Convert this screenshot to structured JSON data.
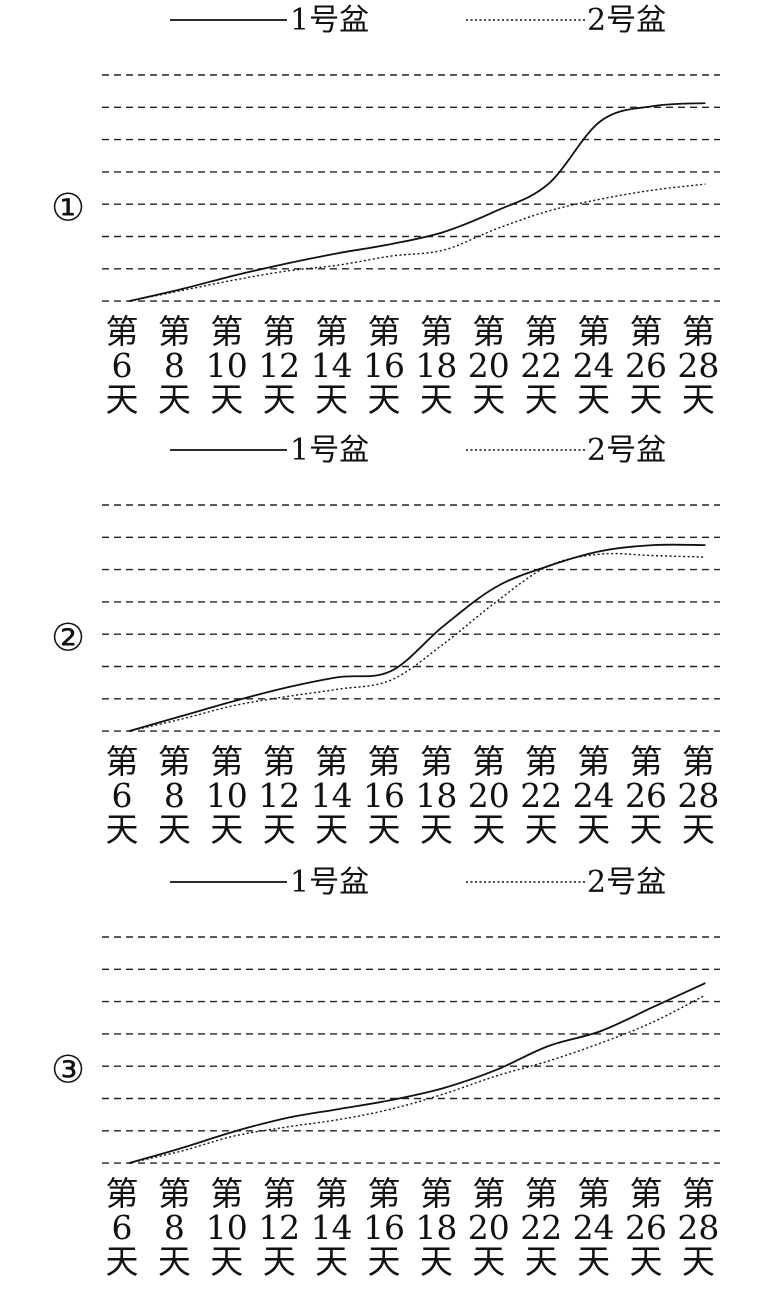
{
  "legend": {
    "series1_label": "1号盆",
    "series2_label": "2号盆"
  },
  "chart_data": [
    {
      "type": "line",
      "panel_label": "①",
      "x": [
        6,
        8,
        10,
        12,
        14,
        16,
        18,
        20,
        22,
        24,
        26,
        28
      ],
      "x_tick_labels": [
        [
          "第",
          "6",
          "天"
        ],
        [
          "第",
          "8",
          "天"
        ],
        [
          "第",
          "10",
          "天"
        ],
        [
          "第",
          "12",
          "天"
        ],
        [
          "第",
          "14",
          "天"
        ],
        [
          "第",
          "16",
          "天"
        ],
        [
          "第",
          "18",
          "天"
        ],
        [
          "第",
          "20",
          "天"
        ],
        [
          "第",
          "22",
          "天"
        ],
        [
          "第",
          "24",
          "天"
        ],
        [
          "第",
          "26",
          "天"
        ],
        [
          "第",
          "28",
          "天"
        ]
      ],
      "ylim": [
        0,
        7
      ],
      "grid": true,
      "legend_position": "top",
      "series": [
        {
          "name": "1号盆",
          "style": "solid",
          "values": [
            0,
            0.4,
            0.85,
            1.25,
            1.6,
            1.9,
            2.3,
            3.0,
            3.9,
            6.0,
            6.5,
            6.6
          ]
        },
        {
          "name": "2号盆",
          "style": "dotted",
          "values": [
            0,
            0.35,
            0.7,
            1.0,
            1.2,
            1.5,
            1.7,
            2.4,
            3.0,
            3.4,
            3.7,
            3.9
          ]
        }
      ]
    },
    {
      "type": "line",
      "panel_label": "②",
      "x": [
        6,
        8,
        10,
        12,
        14,
        16,
        18,
        20,
        22,
        24,
        26,
        28
      ],
      "x_tick_labels": [
        [
          "第",
          "6",
          "天"
        ],
        [
          "第",
          "8",
          "天"
        ],
        [
          "第",
          "10",
          "天"
        ],
        [
          "第",
          "12",
          "天"
        ],
        [
          "第",
          "14",
          "天"
        ],
        [
          "第",
          "16",
          "天"
        ],
        [
          "第",
          "18",
          "天"
        ],
        [
          "第",
          "20",
          "天"
        ],
        [
          "第",
          "22",
          "天"
        ],
        [
          "第",
          "24",
          "天"
        ],
        [
          "第",
          "26",
          "天"
        ],
        [
          "第",
          "28",
          "天"
        ]
      ],
      "ylim": [
        0,
        7
      ],
      "grid": true,
      "legend_position": "top",
      "series": [
        {
          "name": "1号盆",
          "style": "solid",
          "values": [
            0,
            0.5,
            1.0,
            1.45,
            1.8,
            2.0,
            3.5,
            4.8,
            5.5,
            6.0,
            6.2,
            6.2
          ]
        },
        {
          "name": "2号盆",
          "style": "dotted",
          "values": [
            0,
            0.4,
            0.85,
            1.15,
            1.4,
            1.7,
            2.9,
            4.3,
            5.5,
            5.9,
            5.85,
            5.8
          ]
        }
      ]
    },
    {
      "type": "line",
      "panel_label": "③",
      "x": [
        6,
        8,
        10,
        12,
        14,
        16,
        18,
        20,
        22,
        24,
        26,
        28
      ],
      "x_tick_labels": [
        [
          "第",
          "6",
          "天"
        ],
        [
          "第",
          "8",
          "天"
        ],
        [
          "第",
          "10",
          "天"
        ],
        [
          "第",
          "12",
          "天"
        ],
        [
          "第",
          "14",
          "天"
        ],
        [
          "第",
          "16",
          "天"
        ],
        [
          "第",
          "18",
          "天"
        ],
        [
          "第",
          "20",
          "天"
        ],
        [
          "第",
          "22",
          "天"
        ],
        [
          "第",
          "24",
          "天"
        ],
        [
          "第",
          "26",
          "天"
        ],
        [
          "第",
          "28",
          "天"
        ]
      ],
      "ylim": [
        0,
        7
      ],
      "grid": true,
      "legend_position": "top",
      "series": [
        {
          "name": "1号盆",
          "style": "solid",
          "values": [
            0,
            0.5,
            1.05,
            1.5,
            1.8,
            2.1,
            2.5,
            3.1,
            3.9,
            4.4,
            5.2,
            6.0
          ]
        },
        {
          "name": "2号盆",
          "style": "dotted",
          "values": [
            0,
            0.4,
            0.9,
            1.2,
            1.45,
            1.8,
            2.3,
            2.9,
            3.4,
            4.0,
            4.7,
            5.6
          ]
        }
      ]
    }
  ]
}
